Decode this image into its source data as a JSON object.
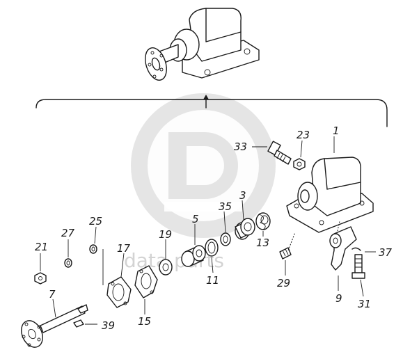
{
  "watermark": {
    "text": "data parts"
  },
  "part_numbers": {
    "p1": "1",
    "p3": "3",
    "p5": "5",
    "p7": "7",
    "p9": "9",
    "p11": "11",
    "p13": "13",
    "p15": "15",
    "p17": "17",
    "p19": "19",
    "p21": "21",
    "p23": "23",
    "p25": "25",
    "p27": "27",
    "p29": "29",
    "p31": "31",
    "p33": "33",
    "p35": "35",
    "p37": "37",
    "p39": "39"
  }
}
